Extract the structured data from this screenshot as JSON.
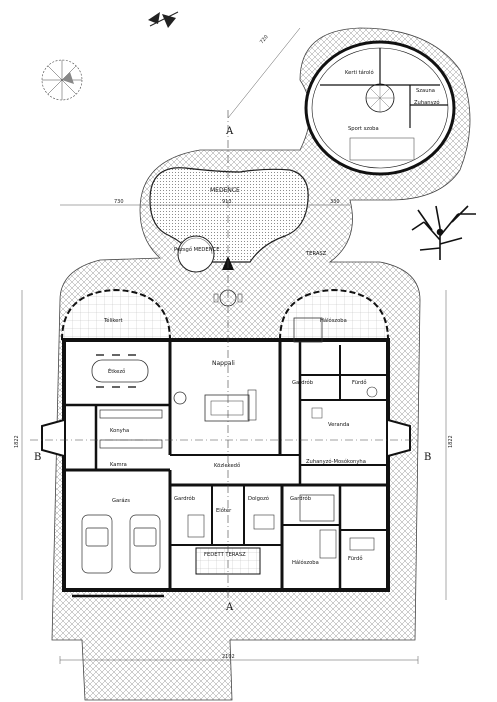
{
  "plan": {
    "rooms": {
      "kerti_tarolo": "Kerti tároló",
      "szauna": "Szauna",
      "zuhanyzo": "Zuhanyzó",
      "sport_szoba": "Sport szoba",
      "medence": "MEDENCE",
      "pezsgo_medence": "Pezsgő MEDENCE",
      "terasz": "TERASZ",
      "telikert": "Télikert",
      "etkezo": "Étkező",
      "nappali": "Nappali",
      "haloszoba_1": "Hálószoba",
      "gardrob_1": "Gardrób",
      "furdo_1": "Fürdő",
      "konyha": "Konyha",
      "kamra": "Kamra",
      "veranda": "Veranda",
      "zuhanyzo_mosokonyha": "Zuhanyzó-Mosókonyha",
      "kozlekedo": "Közlekedő",
      "garazs": "Garázs",
      "gardrob_2": "Gardrób",
      "eloter": "Előtér",
      "dolgozo": "Dolgozó",
      "gardrob_3": "Gardrób",
      "haloszoba_2": "Hálószoba",
      "furdo_2": "Fürdő",
      "fedett_terasz": "FEDETT TERASZ"
    },
    "section_marks": {
      "a_top": "A",
      "a_bottom": "A",
      "b_left": "B",
      "b_right": "B"
    },
    "dimensions": {
      "top_diag": "720",
      "pool_left": "730",
      "pool_mid": "913",
      "pool_right": "330",
      "left_height": "1822",
      "right_height": "1822",
      "bottom_width": "2102"
    },
    "icons": [
      "north-arrow-icon",
      "sun-diagram-icon",
      "tree-icon",
      "car-icon"
    ]
  }
}
